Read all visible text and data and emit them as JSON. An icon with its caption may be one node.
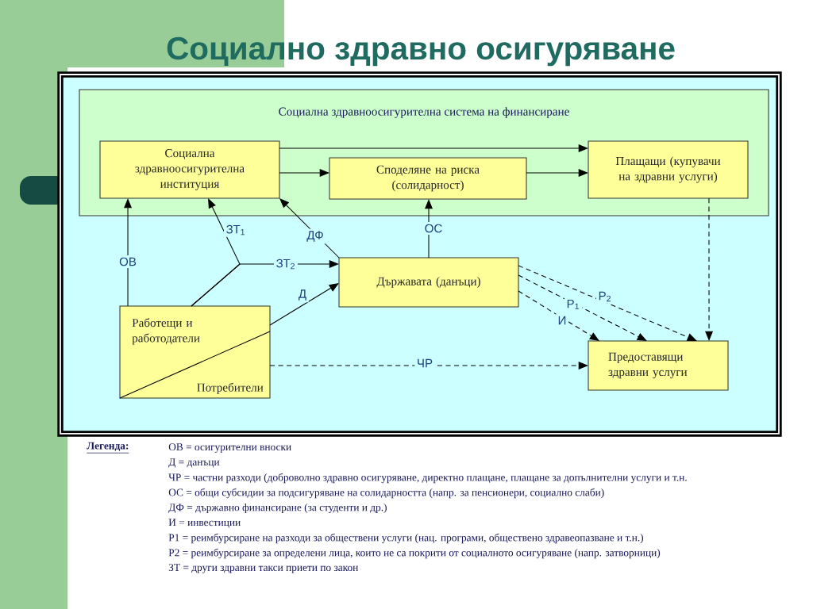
{
  "diagram": {
    "title": "Социално здравно осигуряване",
    "nodes": [
      {
        "text": [
          "Социална здравноосигурителна система на финансиране"
        ]
      },
      {
        "text": [
          "Социална здравноосигурителна институция"
        ],
        "in": 0
      },
      {
        "text": [
          "Споделяне на риска (солидарност)"
        ],
        "in": 0
      },
      {
        "text": [
          "Плащащи (купувачи на здравни услуги)"
        ],
        "in": 0
      },
      {
        "text": [
          "Държавата (данъци)"
        ]
      },
      {
        "text": [
          "Работещи и работодатели",
          "Потребители"
        ]
      },
      {
        "text": [
          "Предоставящи здравни услуги"
        ]
      }
    ],
    "edges": [
      {
        "from": 1,
        "to": 3,
        "arrow": "to"
      },
      {
        "from": 1,
        "to": 2,
        "arrow": "to"
      },
      {
        "from": 2,
        "to": 3,
        "arrow": "to"
      },
      {
        "from": 5,
        "to": 1,
        "arrow": "to",
        "label": "ОВ"
      },
      {
        "from": 5,
        "to": 1,
        "arrow": "to",
        "label": "ЗТ$_{1}$"
      },
      {
        "from": 5,
        "to": 4,
        "arrow": "to",
        "label": "ЗТ$_{2}$"
      },
      {
        "from": 4,
        "to": 1,
        "arrow": "to",
        "label": "ДФ"
      },
      {
        "from": 5,
        "to": 4,
        "arrow": "to",
        "label": "Д"
      },
      {
        "from": 4,
        "to": 2,
        "arrow": "to",
        "label": "ОС"
      },
      {
        "from": 4,
        "to": 6,
        "arrow": "to",
        "label": "И",
        "style": "dashed"
      },
      {
        "from": 4,
        "to": 6,
        "arrow": "to",
        "label": "Р$_{1}$",
        "style": "dashed"
      },
      {
        "from": 4,
        "to": 6,
        "arrow": "to",
        "label": "Р$_{2}$",
        "style": "dashed"
      },
      {
        "from": 3,
        "to": 6,
        "arrow": "to",
        "style": "dashed"
      },
      {
        "from": 5,
        "to": 6,
        "arrow": "to",
        "label": "ЧР",
        "style": "dashed"
      }
    ],
    "labels": [
      "Легенда:",
      "ОВ = осигурителни вноски",
      "Д   = данъци",
      "ЧР = частни разходи (доброволно здравно осигуряване, директно  плащане, плащане за допълнителни услуги и т.н.",
      "ОС = общи субсидии за подсигуряване на солидарността (напр. за пенсионери, социално слаби)",
      "ДФ = държавно финансиране (за студенти и др.)",
      "И   = инвестиции",
      "Р1   = реимбурсиране на разходи за обществени услуги  (нац. програми, обществено здравеопазване и т.н.)",
      "Р2    =  реимбурсиране за определени лица, които не са покрити от  социалното осигуряване (напр. затворници)",
      "ЗТ  = други здравни такси приети по закон"
    ]
  }
}
